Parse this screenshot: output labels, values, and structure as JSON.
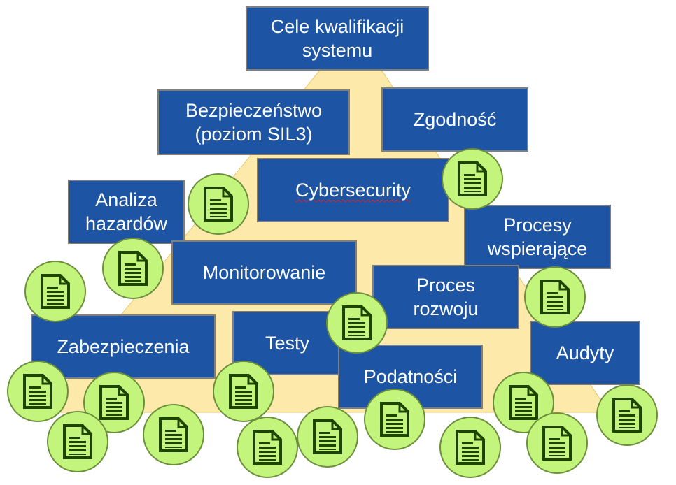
{
  "diagram": {
    "colors": {
      "box_fill": "#1d55a4",
      "box_border": "#7f7f7f",
      "box_text": "#ffffff",
      "pyramid_fill": "#fde9a9",
      "doc_circle_fill": "#c3f47b",
      "doc_icon_color": "#1f4400"
    },
    "nodes": {
      "goals": "Cele kwalifikacji\nsystemu",
      "safety": "Bezpieczeństwo\n(poziom SIL3)",
      "compliance": "Zgodność",
      "cybersecurity": "Cybersecurity",
      "hazard_analysis": "Analiza\nhazardów",
      "supporting_processes": "Procesy\nwspierające",
      "monitoring": "Monitorowanie",
      "development_process": "Proces\nrozwoju",
      "safeguards": "Zabezpieczenia",
      "tests": "Testy",
      "audits": "Audyty",
      "vulnerabilities": "Podatności"
    },
    "document_icon": "document-icon"
  }
}
